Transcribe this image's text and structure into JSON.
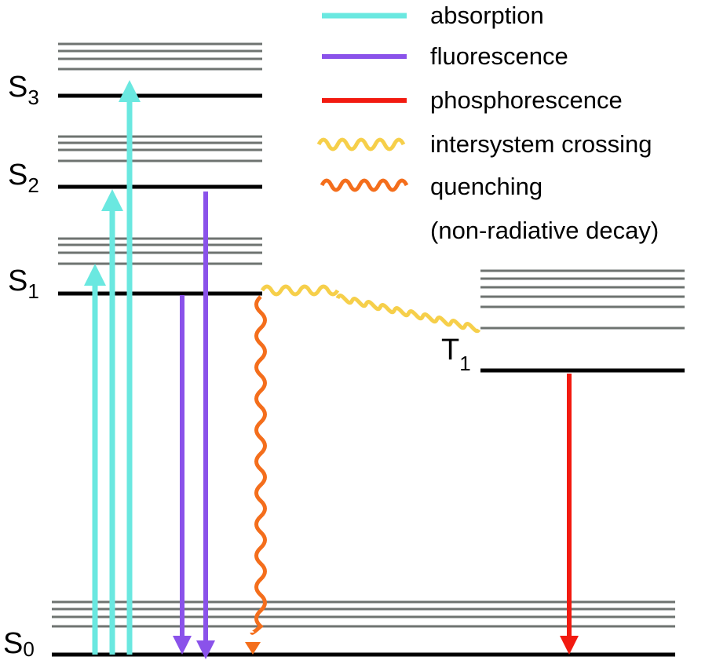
{
  "colors": {
    "absorption": "#6ae8e0",
    "fluorescence": "#8a52ea",
    "phosphorescence": "#f21a10",
    "intersystem_crossing": "#f6cf4a",
    "quenching": "#f46e1c",
    "ground_level": "#000000",
    "vibrational_level": "#6e7370"
  },
  "legend": {
    "absorption": "absorption",
    "fluorescence": "fluorescence",
    "phosphorescence": "phosphorescence",
    "intersystem_crossing": "intersystem crossing",
    "quenching": "quenching",
    "quenching_note": "(non-radiative decay)"
  },
  "states": {
    "s3": {
      "base": "S",
      "sub": "3"
    },
    "s2": {
      "base": "S",
      "sub": "2"
    },
    "s1": {
      "base": "S",
      "sub": "1"
    },
    "s0": {
      "base": "S",
      "sub": "0"
    },
    "t1": {
      "base": "T",
      "sub": "1"
    }
  }
}
